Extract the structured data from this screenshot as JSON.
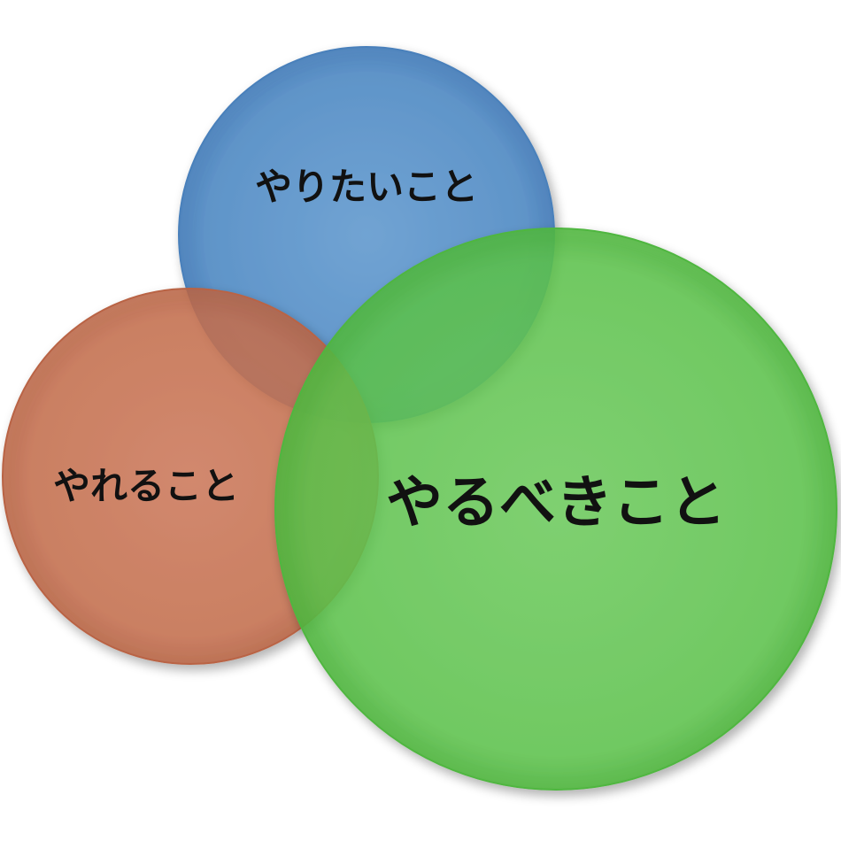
{
  "diagram": {
    "type": "venn",
    "circles": [
      {
        "id": "want",
        "label": "やりたいこと",
        "color": "#5b93c9"
      },
      {
        "id": "can",
        "label": "やれること",
        "color": "#cc7453"
      },
      {
        "id": "should",
        "label": "やるべきこと",
        "color": "#5ec64d"
      }
    ],
    "colors": {
      "blue": "#5b93c9",
      "orange": "#cc7453",
      "green": "#5ec64d"
    }
  }
}
